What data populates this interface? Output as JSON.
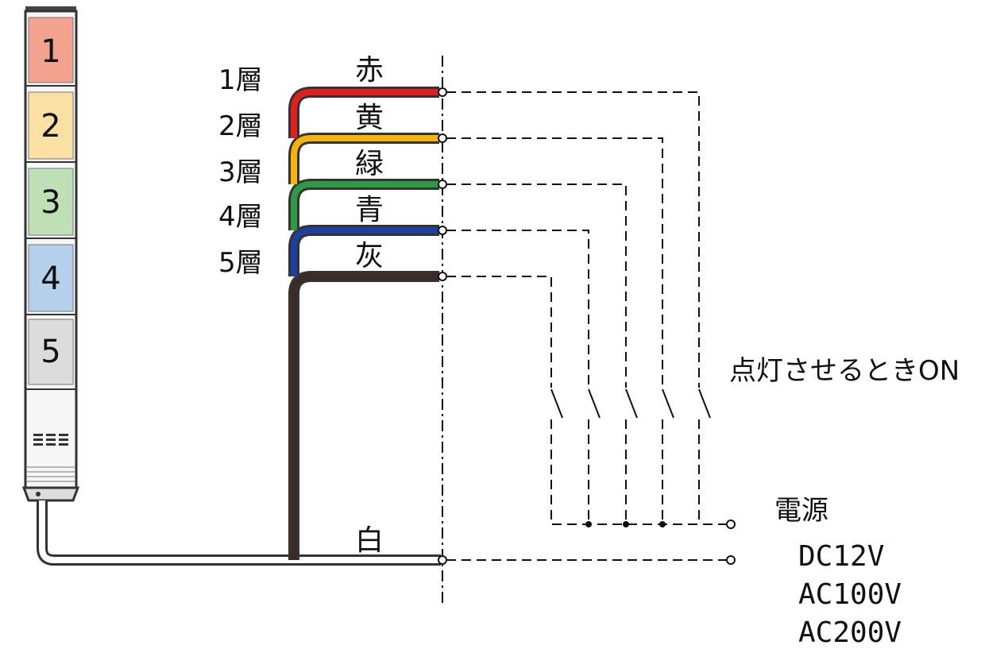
{
  "tower": {
    "tiers": [
      {
        "label": "1",
        "color": "#f2a28e"
      },
      {
        "label": "2",
        "color": "#fbe0a4"
      },
      {
        "label": "3",
        "color": "#bfe0b5"
      },
      {
        "label": "4",
        "color": "#b5d0ea"
      },
      {
        "label": "5",
        "color": "#dcdcdc"
      }
    ]
  },
  "layers": [
    {
      "label": "1層",
      "color_name": "赤",
      "wire_color": "#e0201e"
    },
    {
      "label": "2層",
      "color_name": "黄",
      "wire_color": "#f5b30c"
    },
    {
      "label": "3層",
      "color_name": "緑",
      "wire_color": "#2f9a46"
    },
    {
      "label": "4層",
      "color_name": "青",
      "wire_color": "#1d3f9e"
    },
    {
      "label": "5層",
      "color_name": "灰",
      "wire_color": "#3b2c27"
    }
  ],
  "common_wire": {
    "color_name": "白"
  },
  "switch_note": "点灯させるときON",
  "power": {
    "title": "電源",
    "options": [
      "DC12V",
      "AC100V",
      "AC200V"
    ]
  }
}
